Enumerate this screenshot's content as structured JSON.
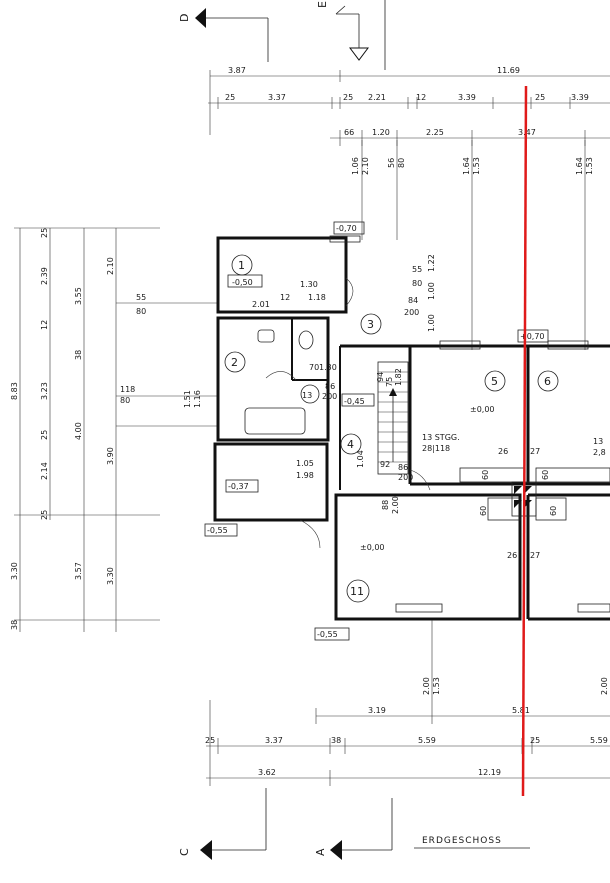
{
  "drawing": {
    "title": "ERDGESCHOSS",
    "section_markers": [
      "D",
      "E",
      "C",
      "A"
    ],
    "stair_label": [
      "13 STGG.",
      "28|118"
    ],
    "stair_label_right": [
      "13",
      "2,8"
    ],
    "accent_color": "#e01a1a",
    "line_color": "#111111",
    "background": "#ffffff"
  },
  "rooms": [
    {
      "num": "1",
      "level": "-0,50"
    },
    {
      "num": "2",
      "level": ""
    },
    {
      "num": "3",
      "level": ""
    },
    {
      "num": "4",
      "level": "-0,45"
    },
    {
      "num": "5",
      "level": "±0,00"
    },
    {
      "num": "6",
      "level": ""
    },
    {
      "num": "11",
      "level": "±0,00"
    },
    {
      "num": "13",
      "level": ""
    }
  ],
  "levels": [
    "-0,37",
    "-0,55",
    "-0,55",
    "-0,70",
    "+0,70"
  ],
  "dims_top": {
    "row1": [
      "3.87",
      "11.69"
    ],
    "row2": [
      "25",
      "3.37",
      "25",
      "2.21",
      "12",
      "3.39",
      "25",
      "3.39"
    ],
    "row3": [
      "66",
      "1.20",
      "2.25",
      "3.47"
    ],
    "row4": [
      "1.06",
      "2.10",
      "56",
      "80",
      "1.64",
      "1.53",
      "1.64",
      "1.53"
    ]
  },
  "dims_left": {
    "outer": [
      "8.83",
      "3.30",
      "38"
    ],
    "mid": [
      "25",
      "2.39",
      "12",
      "3.23",
      "25",
      "2.14",
      "25"
    ],
    "inner": [
      "2.10",
      "3.55",
      "38",
      "4.00",
      "3.90",
      "3.57",
      "3.30"
    ]
  },
  "dims_bottom": {
    "row1": [
      "3.19",
      "5.81"
    ],
    "row2": [
      "25",
      "3.37",
      "38",
      "5.59",
      "25",
      "5.59"
    ],
    "row3": [
      "3.62",
      "12.19"
    ],
    "vertical": [
      "2.00",
      "1.53",
      "2.00"
    ]
  },
  "dims_inner": [
    "55",
    "80",
    "118",
    "80",
    "1.30",
    "2.01",
    "12",
    "1.18",
    "86",
    "200",
    "70",
    "1.30",
    "92",
    "1.04",
    "88",
    "2.00",
    "86",
    "200",
    "1.05",
    "1.98",
    "55",
    "80",
    "1.22",
    "84",
    "200",
    "1.00",
    "1.00",
    "94",
    "1.82",
    "75",
    "26",
    "27",
    "26",
    "27",
    "60",
    "60",
    "60",
    "60",
    "1.51",
    "1.16"
  ]
}
